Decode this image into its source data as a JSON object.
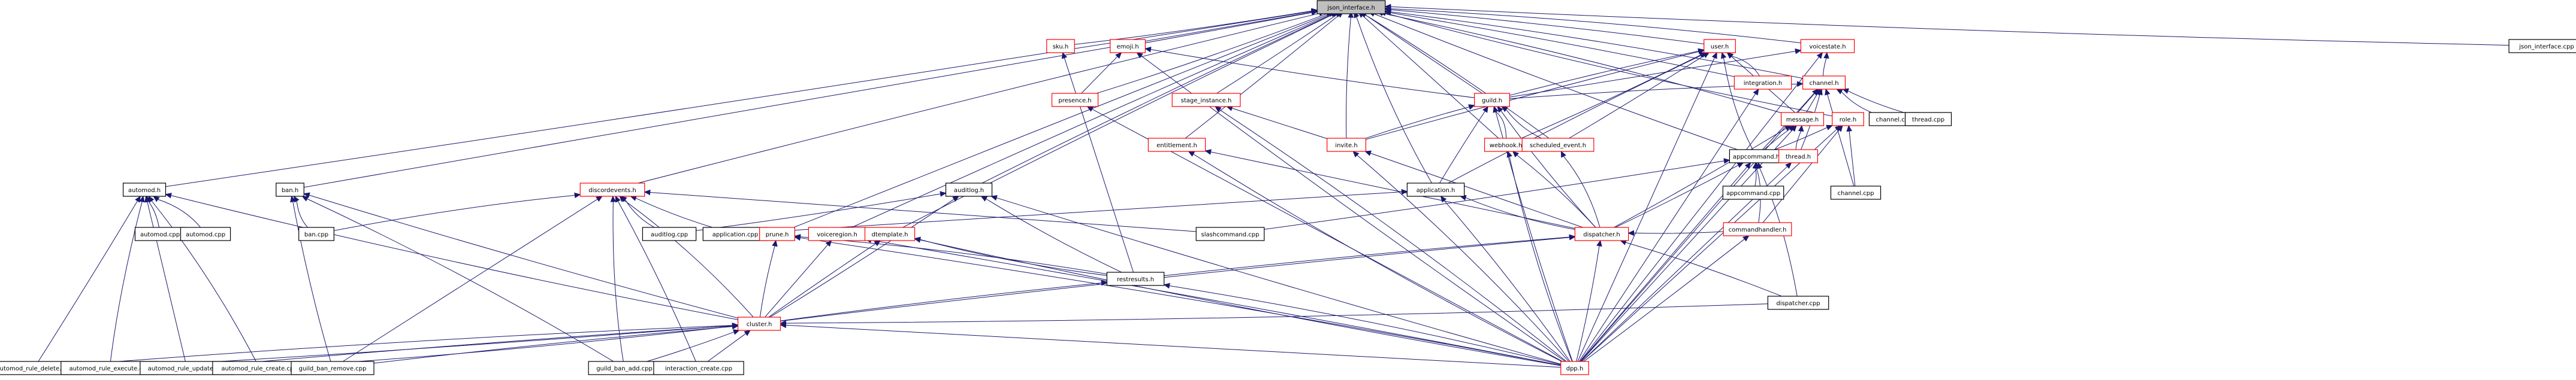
{
  "diagram": {
    "type": "include-dependency-graph",
    "root": "json_interface.h",
    "colors": {
      "edge": "#191970",
      "root_fill": "#bfbfbf",
      "root_border": "#000000",
      "incomplete_border": "#ff0000",
      "complete_border": "#000000",
      "node_fill": "#ffffff"
    },
    "nodes": [
      {
        "id": "json_interface_h",
        "label": "json_interface.h",
        "style": "root"
      },
      {
        "id": "json_interface_cpp",
        "label": "json_interface.cpp",
        "style": "complete"
      },
      {
        "id": "sku_h",
        "label": "sku.h",
        "style": "incomplete"
      },
      {
        "id": "emoji_h",
        "label": "emoji.h",
        "style": "incomplete"
      },
      {
        "id": "user_h",
        "label": "user.h",
        "style": "incomplete"
      },
      {
        "id": "voicestate_h",
        "label": "voicestate.h",
        "style": "incomplete"
      },
      {
        "id": "presence_h",
        "label": "presence.h",
        "style": "incomplete"
      },
      {
        "id": "stage_instance_h",
        "label": "stage_instance.h",
        "style": "incomplete"
      },
      {
        "id": "guild_h",
        "label": "guild.h",
        "style": "incomplete"
      },
      {
        "id": "integration_h",
        "label": "integration.h",
        "style": "incomplete"
      },
      {
        "id": "channel_h",
        "label": "channel.h",
        "style": "incomplete"
      },
      {
        "id": "entitlement_h",
        "label": "entitlement.h",
        "style": "incomplete"
      },
      {
        "id": "invite_h",
        "label": "invite.h",
        "style": "incomplete"
      },
      {
        "id": "webhook_h",
        "label": "webhook.h",
        "style": "incomplete"
      },
      {
        "id": "scheduled_event_h",
        "label": "scheduled_event.h",
        "style": "incomplete"
      },
      {
        "id": "message_h",
        "label": "message.h",
        "style": "incomplete"
      },
      {
        "id": "role_h",
        "label": "role.h",
        "style": "incomplete"
      },
      {
        "id": "channel_cpp_a",
        "label": "channel.cpp",
        "style": "complete"
      },
      {
        "id": "thread_cpp",
        "label": "thread.cpp",
        "style": "complete"
      },
      {
        "id": "automod_h",
        "label": "automod.h",
        "style": "complete"
      },
      {
        "id": "ban_h",
        "label": "ban.h",
        "style": "complete"
      },
      {
        "id": "discordevents_h",
        "label": "discordevents.h",
        "style": "incomplete"
      },
      {
        "id": "auditlog_h",
        "label": "auditlog.h",
        "style": "complete"
      },
      {
        "id": "application_h",
        "label": "application.h",
        "style": "complete"
      },
      {
        "id": "appcommand_h",
        "label": "appcommand.h",
        "style": "complete"
      },
      {
        "id": "thread_h",
        "label": "thread.h",
        "style": "incomplete"
      },
      {
        "id": "automod_cpp_a",
        "label": "automod.cpp",
        "style": "complete"
      },
      {
        "id": "automod_cpp_b",
        "label": "automod.cpp",
        "style": "complete"
      },
      {
        "id": "ban_cpp",
        "label": "ban.cpp",
        "style": "complete"
      },
      {
        "id": "auditlog_cpp",
        "label": "auditlog.cpp",
        "style": "complete"
      },
      {
        "id": "application_cpp",
        "label": "application.cpp",
        "style": "complete"
      },
      {
        "id": "prune_h",
        "label": "prune.h",
        "style": "incomplete"
      },
      {
        "id": "voiceregion_h",
        "label": "voiceregion.h",
        "style": "incomplete"
      },
      {
        "id": "dtemplate_h",
        "label": "dtemplate.h",
        "style": "incomplete"
      },
      {
        "id": "slashcommand_cpp",
        "label": "slashcommand.cpp",
        "style": "complete"
      },
      {
        "id": "dispatcher_h",
        "label": "dispatcher.h",
        "style": "incomplete"
      },
      {
        "id": "appcommand_cpp",
        "label": "appcommand.cpp",
        "style": "complete"
      },
      {
        "id": "channel_cpp_b",
        "label": "channel.cpp",
        "style": "complete"
      },
      {
        "id": "restresults_h",
        "label": "restresults.h",
        "style": "complete"
      },
      {
        "id": "commandhandler_h",
        "label": "commandhandler.h",
        "style": "incomplete"
      },
      {
        "id": "cluster_h",
        "label": "cluster.h",
        "style": "incomplete"
      },
      {
        "id": "dpp_h",
        "label": "dpp.h",
        "style": "incomplete"
      },
      {
        "id": "dispatcher_cpp",
        "label": "dispatcher.cpp",
        "style": "complete"
      },
      {
        "id": "automod_rule_delete_cpp",
        "label": "automod_rule_delete.cpp",
        "style": "complete"
      },
      {
        "id": "automod_rule_execute_cpp",
        "label": "automod_rule_execute.cpp",
        "style": "complete"
      },
      {
        "id": "automod_rule_update_cpp",
        "label": "automod_rule_update.cpp",
        "style": "complete"
      },
      {
        "id": "automod_rule_create_cpp",
        "label": "automod_rule_create.cpp",
        "style": "complete"
      },
      {
        "id": "guild_ban_remove_cpp",
        "label": "guild_ban_remove.cpp",
        "style": "complete"
      },
      {
        "id": "guild_ban_add_cpp",
        "label": "guild_ban_add.cpp",
        "style": "complete"
      },
      {
        "id": "interaction_create_cpp",
        "label": "interaction_create.cpp",
        "style": "complete"
      }
    ],
    "edges": [
      [
        "json_interface_cpp",
        "json_interface_h"
      ],
      [
        "sku_h",
        "json_interface_h"
      ],
      [
        "emoji_h",
        "json_interface_h"
      ],
      [
        "user_h",
        "json_interface_h"
      ],
      [
        "voicestate_h",
        "json_interface_h"
      ],
      [
        "presence_h",
        "json_interface_h"
      ],
      [
        "stage_instance_h",
        "json_interface_h"
      ],
      [
        "guild_h",
        "json_interface_h"
      ],
      [
        "integration_h",
        "json_interface_h"
      ],
      [
        "channel_h",
        "json_interface_h"
      ],
      [
        "entitlement_h",
        "json_interface_h"
      ],
      [
        "invite_h",
        "json_interface_h"
      ],
      [
        "webhook_h",
        "json_interface_h"
      ],
      [
        "scheduled_event_h",
        "json_interface_h"
      ],
      [
        "message_h",
        "json_interface_h"
      ],
      [
        "role_h",
        "json_interface_h"
      ],
      [
        "automod_h",
        "json_interface_h"
      ],
      [
        "ban_h",
        "json_interface_h"
      ],
      [
        "discordevents_h",
        "json_interface_h"
      ],
      [
        "auditlog_h",
        "json_interface_h"
      ],
      [
        "application_h",
        "json_interface_h"
      ],
      [
        "appcommand_h",
        "json_interface_h"
      ],
      [
        "prune_h",
        "json_interface_h"
      ],
      [
        "voiceregion_h",
        "json_interface_h"
      ],
      [
        "dtemplate_h",
        "json_interface_h"
      ],
      [
        "presence_h",
        "emoji_h"
      ],
      [
        "guild_h",
        "emoji_h"
      ],
      [
        "invite_h",
        "stage_instance_h"
      ],
      [
        "guild_h",
        "user_h"
      ],
      [
        "integration_h",
        "user_h"
      ],
      [
        "webhook_h",
        "user_h"
      ],
      [
        "scheduled_event_h",
        "user_h"
      ],
      [
        "message_h",
        "user_h"
      ],
      [
        "invite_h",
        "user_h"
      ],
      [
        "application_h",
        "user_h"
      ],
      [
        "appcommand_h",
        "user_h"
      ],
      [
        "channel_h",
        "voicestate_h"
      ],
      [
        "guild_h",
        "voicestate_h"
      ],
      [
        "invite_h",
        "guild_h"
      ],
      [
        "webhook_h",
        "guild_h"
      ],
      [
        "scheduled_event_h",
        "guild_h"
      ],
      [
        "application_h",
        "guild_h"
      ],
      [
        "message_h",
        "channel_h"
      ],
      [
        "thread_h",
        "channel_h"
      ],
      [
        "appcommand_h",
        "channel_h"
      ],
      [
        "channel_cpp_a",
        "channel_h"
      ],
      [
        "thread_cpp",
        "channel_h"
      ],
      [
        "channel_cpp_b",
        "channel_h"
      ],
      [
        "guild_h",
        "channel_h"
      ],
      [
        "appcommand_h",
        "message_h"
      ],
      [
        "thread_h",
        "message_h"
      ],
      [
        "appcommand_h",
        "role_h"
      ],
      [
        "channel_cpp_b",
        "role_h"
      ],
      [
        "automod_cpp_a",
        "automod_h"
      ],
      [
        "automod_cpp_b",
        "automod_h"
      ],
      [
        "ban_cpp",
        "ban_h"
      ],
      [
        "auditlog_cpp",
        "auditlog_h"
      ],
      [
        "application_cpp",
        "application_h"
      ],
      [
        "appcommand_cpp",
        "appcommand_h"
      ],
      [
        "commandhandler_h",
        "appcommand_h"
      ],
      [
        "dispatcher_h",
        "application_h"
      ],
      [
        "dispatcher_h",
        "guild_h"
      ],
      [
        "dispatcher_h",
        "invite_h"
      ],
      [
        "dispatcher_h",
        "webhook_h"
      ],
      [
        "dispatcher_h",
        "scheduled_event_h"
      ],
      [
        "dispatcher_h",
        "message_h"
      ],
      [
        "dispatcher_h",
        "appcommand_h"
      ],
      [
        "dispatcher_h",
        "entitlement_h"
      ],
      [
        "restresults_h",
        "dispatcher_h"
      ],
      [
        "restresults_h",
        "prune_h"
      ],
      [
        "restresults_h",
        "dtemplate_h"
      ],
      [
        "restresults_h",
        "auditlog_h"
      ],
      [
        "restresults_h",
        "sku_h"
      ],
      [
        "cluster_h",
        "restresults_h"
      ],
      [
        "cluster_h",
        "discordevents_h"
      ],
      [
        "cluster_h",
        "auditlog_h"
      ],
      [
        "cluster_h",
        "prune_h"
      ],
      [
        "cluster_h",
        "voiceregion_h"
      ],
      [
        "cluster_h",
        "dtemplate_h"
      ],
      [
        "cluster_h",
        "dispatcher_h"
      ],
      [
        "cluster_h",
        "automod_h"
      ],
      [
        "cluster_h",
        "ban_h"
      ],
      [
        "dpp_h",
        "cluster_h"
      ],
      [
        "dpp_h",
        "dispatcher_h"
      ],
      [
        "dpp_h",
        "restresults_h"
      ],
      [
        "dpp_h",
        "commandhandler_h"
      ],
      [
        "dpp_h",
        "guild_h"
      ],
      [
        "dpp_h",
        "user_h"
      ],
      [
        "dpp_h",
        "channel_h"
      ],
      [
        "dpp_h",
        "message_h"
      ],
      [
        "dpp_h",
        "role_h"
      ],
      [
        "dpp_h",
        "emoji_h"
      ],
      [
        "dpp_h",
        "presence_h"
      ],
      [
        "dpp_h",
        "application_h"
      ],
      [
        "dpp_h",
        "invite_h"
      ],
      [
        "dpp_h",
        "webhook_h"
      ],
      [
        "dpp_h",
        "appcommand_h"
      ],
      [
        "dpp_h",
        "thread_h"
      ],
      [
        "dpp_h",
        "voiceregion_h"
      ],
      [
        "dpp_h",
        "prune_h"
      ],
      [
        "dpp_h",
        "dtemplate_h"
      ],
      [
        "dpp_h",
        "auditlog_h"
      ],
      [
        "dpp_h",
        "integration_h"
      ],
      [
        "dpp_h",
        "voicestate_h"
      ],
      [
        "dpp_h",
        "stage_instance_h"
      ],
      [
        "dpp_h",
        "entitlement_h"
      ],
      [
        "commandhandler_h",
        "dispatcher_h"
      ],
      [
        "commandhandler_h",
        "role_h"
      ],
      [
        "dispatcher_cpp",
        "dispatcher_h"
      ],
      [
        "dispatcher_cpp",
        "appcommand_h"
      ],
      [
        "dispatcher_cpp",
        "cluster_h"
      ],
      [
        "slashcommand_cpp",
        "appcommand_h"
      ],
      [
        "slashcommand_cpp",
        "discordevents_h"
      ],
      [
        "automod_rule_delete_cpp",
        "automod_h"
      ],
      [
        "automod_rule_delete_cpp",
        "cluster_h"
      ],
      [
        "automod_rule_execute_cpp",
        "automod_h"
      ],
      [
        "automod_rule_execute_cpp",
        "cluster_h"
      ],
      [
        "automod_rule_update_cpp",
        "automod_h"
      ],
      [
        "automod_rule_update_cpp",
        "cluster_h"
      ],
      [
        "automod_rule_create_cpp",
        "automod_h"
      ],
      [
        "automod_rule_create_cpp",
        "cluster_h"
      ],
      [
        "guild_ban_remove_cpp",
        "ban_h"
      ],
      [
        "guild_ban_remove_cpp",
        "discordevents_h"
      ],
      [
        "guild_ban_remove_cpp",
        "cluster_h"
      ],
      [
        "guild_ban_add_cpp",
        "ban_h"
      ],
      [
        "guild_ban_add_cpp",
        "discordevents_h"
      ],
      [
        "guild_ban_add_cpp",
        "cluster_h"
      ],
      [
        "interaction_create_cpp",
        "cluster_h"
      ],
      [
        "interaction_create_cpp",
        "discordevents_h"
      ],
      [
        "ban_cpp",
        "discordevents_h"
      ],
      [
        "auditlog_cpp",
        "discordevents_h"
      ],
      [
        "application_cpp",
        "discordevents_h"
      ]
    ]
  }
}
